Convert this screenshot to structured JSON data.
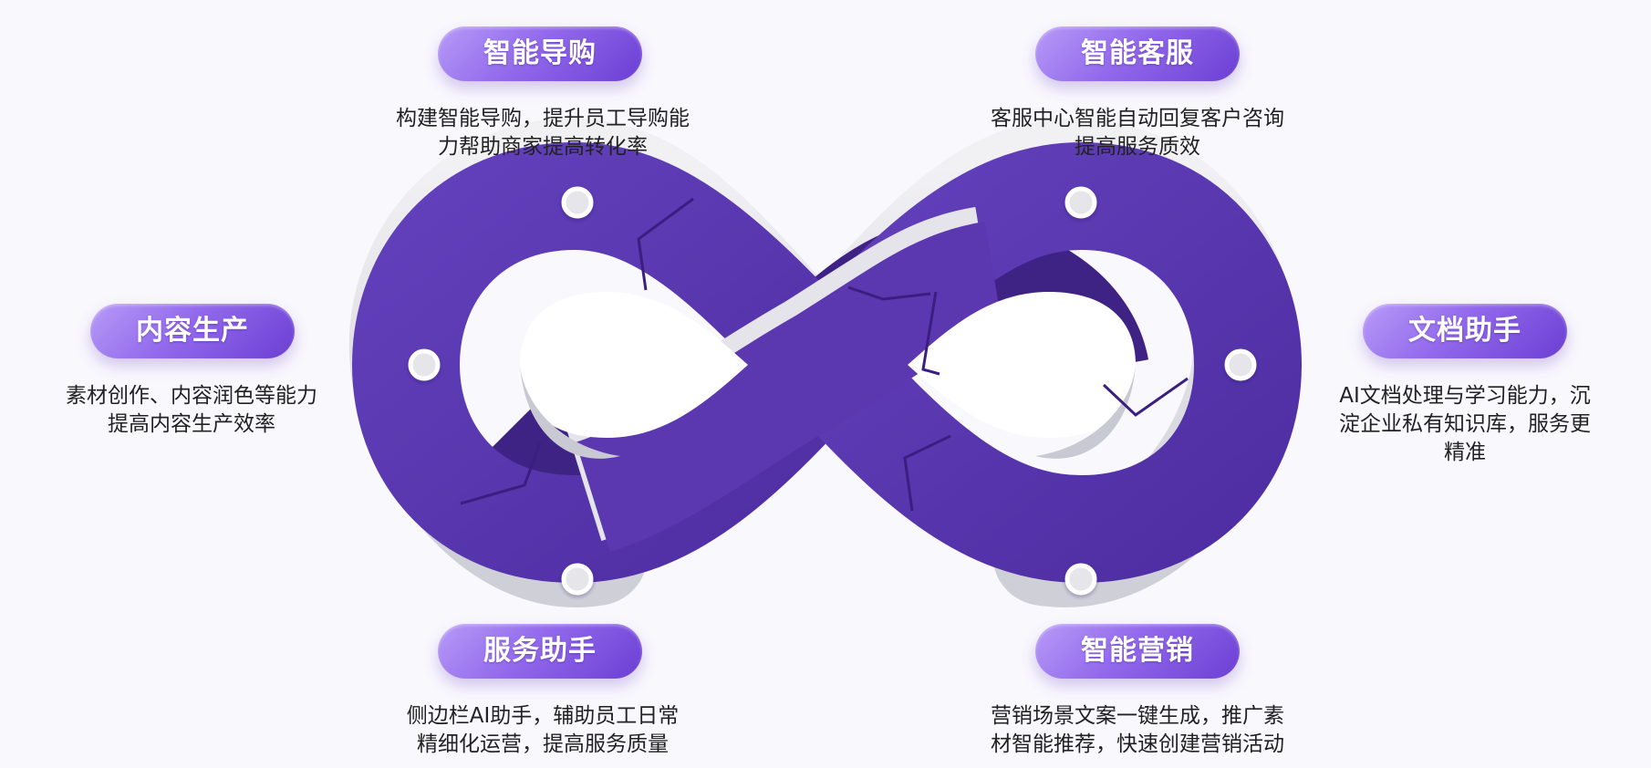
{
  "items": [
    {
      "id": "smart-shopping-guide",
      "title": "智能导购",
      "lines": [
        "构建智能导购，提升员工导购能",
        "力帮助商家提高转化率"
      ]
    },
    {
      "id": "smart-customer-service",
      "title": "智能客服",
      "lines": [
        "客服中心智能自动回复客户咨询",
        "提高服务质效"
      ]
    },
    {
      "id": "content-production",
      "title": "内容生产",
      "lines": [
        "素材创作、内容润色等能力",
        "提高内容生产效率"
      ]
    },
    {
      "id": "document-assistant",
      "title": "文档助手",
      "lines": [
        "AI文档处理与学习能力，沉",
        "淀企业私有知识库，服务更",
        "精准"
      ]
    },
    {
      "id": "service-assistant",
      "title": "服务助手",
      "lines": [
        "侧边栏AI助手，辅助员工日常",
        "精细化运营，提高服务质量"
      ]
    },
    {
      "id": "smart-marketing",
      "title": "智能营销",
      "lines": [
        "营销场景文案一键生成，推广素",
        "材智能推荐，快速创建营销活动"
      ]
    }
  ],
  "colors": {
    "band": "#5b37b0",
    "band_dark": "#3e2385",
    "band_edge": "#e9e9ee",
    "pill_start": "#b79bf7",
    "pill_end": "#6b3fd3",
    "text": "#222222"
  }
}
